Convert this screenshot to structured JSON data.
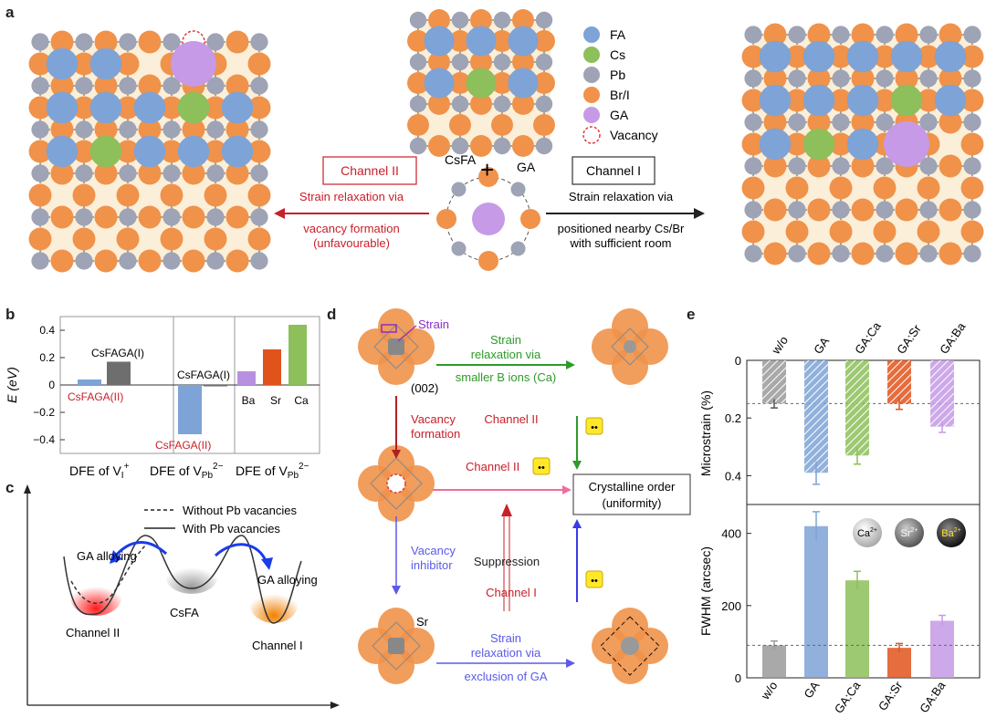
{
  "panel_labels": {
    "a": "a",
    "b": "b",
    "c": "c",
    "d": "d",
    "e": "e"
  },
  "colors": {
    "FA": "#7ea3d6",
    "Cs": "#8dbf5a",
    "Pb": "#9ea3b5",
    "BrI": "#f0924a",
    "GA": "#c69ae6",
    "Vacancy": "#e23b3b",
    "bg": "#fbefd9",
    "channel2": "#c8202a",
    "green": "#2e9a2a",
    "blue": "#5a5ae8",
    "pink": "#f06ca0"
  },
  "panel_a": {
    "legend": [
      "FA",
      "Cs",
      "Pb",
      "Br/I",
      "GA",
      "Vacancy"
    ],
    "center_label": "CsFA",
    "plus": "+",
    "ga_label": "GA",
    "channel2_box": "Channel II",
    "channel1_box": "Channel I",
    "left_text": [
      "Strain relaxation via",
      "vacancy formation",
      "(unfavourable)"
    ],
    "right_text": [
      "Strain relaxation via",
      "positioned nearby Cs/Br",
      "with sufficient room"
    ]
  },
  "panel_b": {
    "ylabel": "E (eV)",
    "yticks": [
      "0.4",
      "0.2",
      "0",
      "−0.2",
      "−0.4"
    ],
    "labels": {
      "csfaga1_a": "CsFAGA(I)",
      "csfaga2_a": "CsFAGA(II)",
      "csfaga1_b": "CsFAGA(I)",
      "csfaga2_b": "CsFAGA(II)",
      "ba": "Ba",
      "sr": "Sr",
      "ca": "Ca"
    },
    "xlabels": [
      "DFE of V",
      "DFE of V",
      "DFE of V"
    ],
    "xsubs": [
      "I",
      "Pb",
      "Pb"
    ],
    "xsups": [
      "+",
      "2−",
      "2−"
    ]
  },
  "chart_data": [
    {
      "type": "bar",
      "title": "",
      "ylabel": "E (eV)",
      "ylim": [
        -0.5,
        0.5
      ],
      "groups": [
        {
          "xlabel": "DFE of VI+",
          "categories": [
            "CsFAGA(II)",
            "CsFAGA(I)"
          ],
          "values": [
            0.04,
            0.17
          ]
        },
        {
          "xlabel": "DFE of VPb2−",
          "categories": [
            "CsFAGA(II)",
            "CsFAGA(I)"
          ],
          "values": [
            -0.36,
            -0.01
          ]
        },
        {
          "xlabel": "DFE of VPb2−",
          "categories": [
            "Ba",
            "Sr",
            "Ca"
          ],
          "values": [
            0.1,
            0.26,
            0.44
          ]
        }
      ]
    },
    {
      "type": "bar",
      "title": "",
      "categories": [
        "w/o",
        "GA",
        "GA:Ca",
        "GA:Sr",
        "GA:Ba"
      ],
      "ylabel": "Microstrain (%)",
      "ylim": [
        0,
        0.5
      ],
      "inverted": true,
      "values": [
        0.15,
        0.39,
        0.33,
        0.15,
        0.23
      ],
      "errors": [
        0.015,
        0.04,
        0.03,
        0.02,
        0.02
      ]
    },
    {
      "type": "bar",
      "title": "",
      "categories": [
        "w/o",
        "GA",
        "GA:Ca",
        "GA:Sr",
        "GA:Ba"
      ],
      "ylabel": "FWHM (arcsec)",
      "ylim": [
        0,
        480
      ],
      "values": [
        90,
        420,
        270,
        83,
        158
      ],
      "errors": [
        12,
        40,
        25,
        12,
        15
      ]
    }
  ],
  "panel_c": {
    "legend": [
      "Without Pb vacancies",
      "With Pb vacancies"
    ],
    "labels": {
      "ga_left": "GA alloying",
      "ga_right": "GA alloying",
      "ch2": "Channel II",
      "csfa": "CsFA",
      "ch1": "Channel I"
    }
  },
  "panel_d": {
    "strain": "Strain",
    "plane": "(002)",
    "green_text": [
      "Strain",
      "relaxation via",
      "smaller B ions (Ca)"
    ],
    "vac_form": [
      "Vacancy",
      "formation"
    ],
    "vac_inhib": [
      "Vacancy",
      "inhibitor"
    ],
    "sr": "Sr",
    "blue_text": [
      "Strain",
      "relaxation via",
      "exclusion of GA"
    ],
    "channel2_a": "Channel II",
    "channel2_b": "Channel II",
    "channel1": "Channel I",
    "suppression": "Suppression",
    "crystal": [
      "Crystalline order",
      "(uniformity)"
    ]
  },
  "panel_e": {
    "categories": [
      "w/o",
      "GA",
      "GA:Ca",
      "GA:Sr",
      "GA:Ba"
    ],
    "top_ylabel": "Microstrain (%)",
    "top_ticks": [
      "0",
      "0.2",
      "0.4"
    ],
    "bottom_ylabel": "FWHM (arcsec)",
    "bottom_ticks": [
      "0",
      "200",
      "400"
    ],
    "ions": {
      "ca": "Ca",
      "sr": "Sr",
      "ba": "Ba",
      "charge": "2+"
    }
  }
}
